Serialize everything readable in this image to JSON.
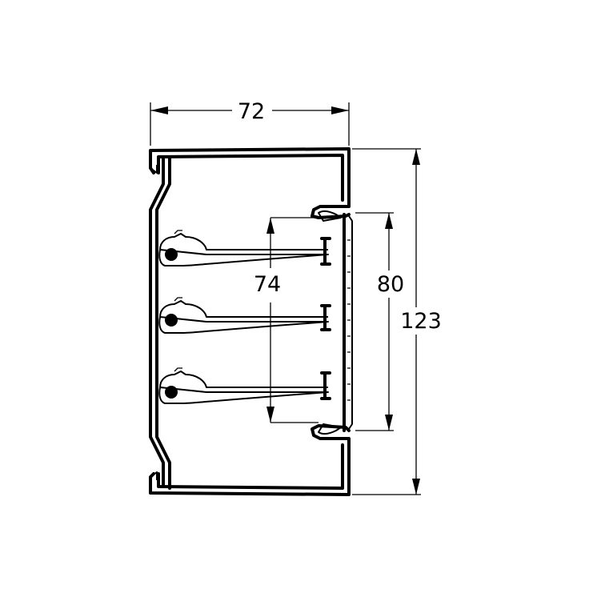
{
  "dimensions": {
    "width_label": "72",
    "inner_height_label": "74",
    "cover_height_label": "80",
    "total_height_label": "123"
  },
  "colors": {
    "ink": "#000000",
    "paper": "#ffffff"
  },
  "parts": {
    "cable_holder_count": 3
  }
}
